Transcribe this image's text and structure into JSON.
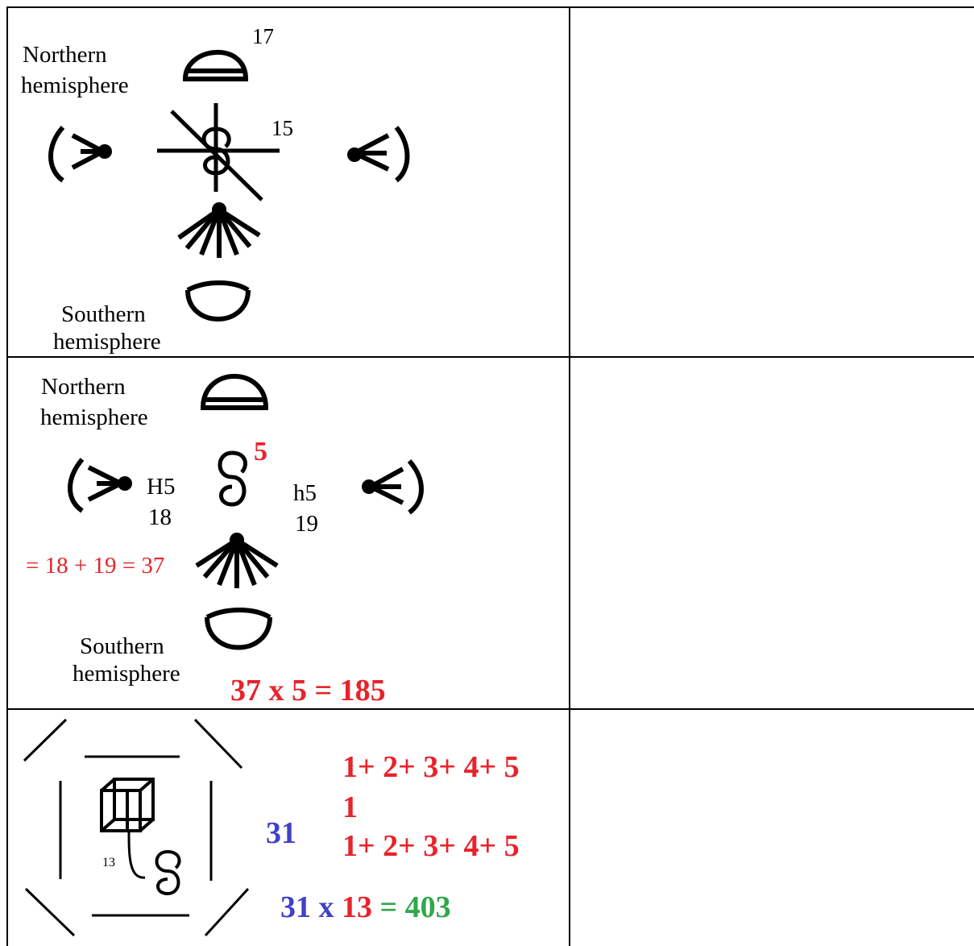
{
  "rows": [
    {
      "northern_label_1": "Northern",
      "northern_label_2": "hemisphere",
      "southern_label_1": "Southern",
      "southern_label_2": "hemisphere",
      "num_top": "17",
      "num_mid": "15"
    },
    {
      "northern_label_1": "Northern",
      "northern_label_2": "hemisphere",
      "southern_label_1": "Southern",
      "southern_label_2": "hemisphere",
      "num_sup": "5",
      "left_a": "H5",
      "left_b": "18",
      "right_a": "h5",
      "right_b": "19",
      "sum": "= 18 + 19 = 37",
      "product": "37 x 5 = 185"
    },
    {
      "small_num": "13",
      "big_num": "31",
      "seq_1": "1+ 2+ 3+ 4+ 5",
      "seq_2": "1",
      "seq_3": "1+ 2+ 3+ 4+ 5",
      "eq_a": "31",
      "eq_x": "x",
      "eq_b": "13",
      "eq_eq": "=",
      "eq_c": "403"
    }
  ],
  "colors": {
    "red": "#e8232b",
    "blue": "#4040c8",
    "green": "#2ea84a"
  }
}
